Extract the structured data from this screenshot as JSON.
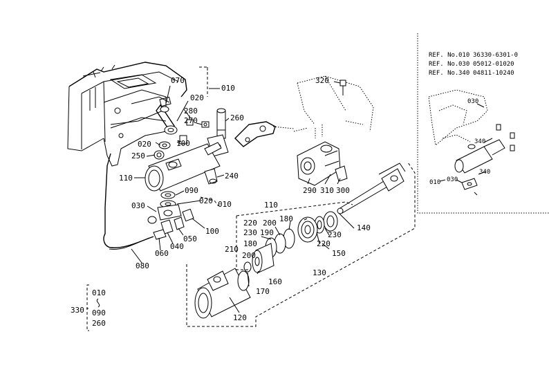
{
  "reference": {
    "lines": [
      {
        "label": "REF. No.",
        "part": "010",
        "number": "36330-6301-0"
      },
      {
        "label": "REF. No.",
        "part": "030",
        "number": "05012-01020"
      },
      {
        "label": "REF. No.",
        "part": "340",
        "number": "04811-10240"
      }
    ]
  },
  "labels": {
    "p070": "070",
    "p020a": "020",
    "p010a": "010",
    "p280": "280",
    "p270": "270",
    "p260": "260",
    "p020b": "020",
    "p100a": "100",
    "p250": "250",
    "p110a": "110",
    "p240": "240",
    "p090": "090",
    "p020c": "020",
    "p010b": "010",
    "p030": "030",
    "p100b": "100",
    "p050": "050",
    "p040": "040",
    "p060": "060",
    "p080": "080",
    "p320": "320",
    "p290": "290",
    "p310": "310",
    "p300": "300",
    "p110b": "110",
    "p220a": "220",
    "p200a": "200",
    "p180a": "180",
    "p230a": "230",
    "p190": "190",
    "p210": "210",
    "p180b": "180",
    "p200b": "200",
    "p170": "170",
    "p160": "160",
    "p130": "130",
    "p220b": "220",
    "p230b": "230",
    "p150": "150",
    "p140": "140",
    "p120": "120",
    "p330": "330"
  },
  "set_330": {
    "items": [
      "010",
      "090",
      "260"
    ]
  },
  "inset": {
    "p030": "030",
    "p340": "340",
    "p010": "010",
    "p030b": "030",
    "p340b": "340"
  }
}
